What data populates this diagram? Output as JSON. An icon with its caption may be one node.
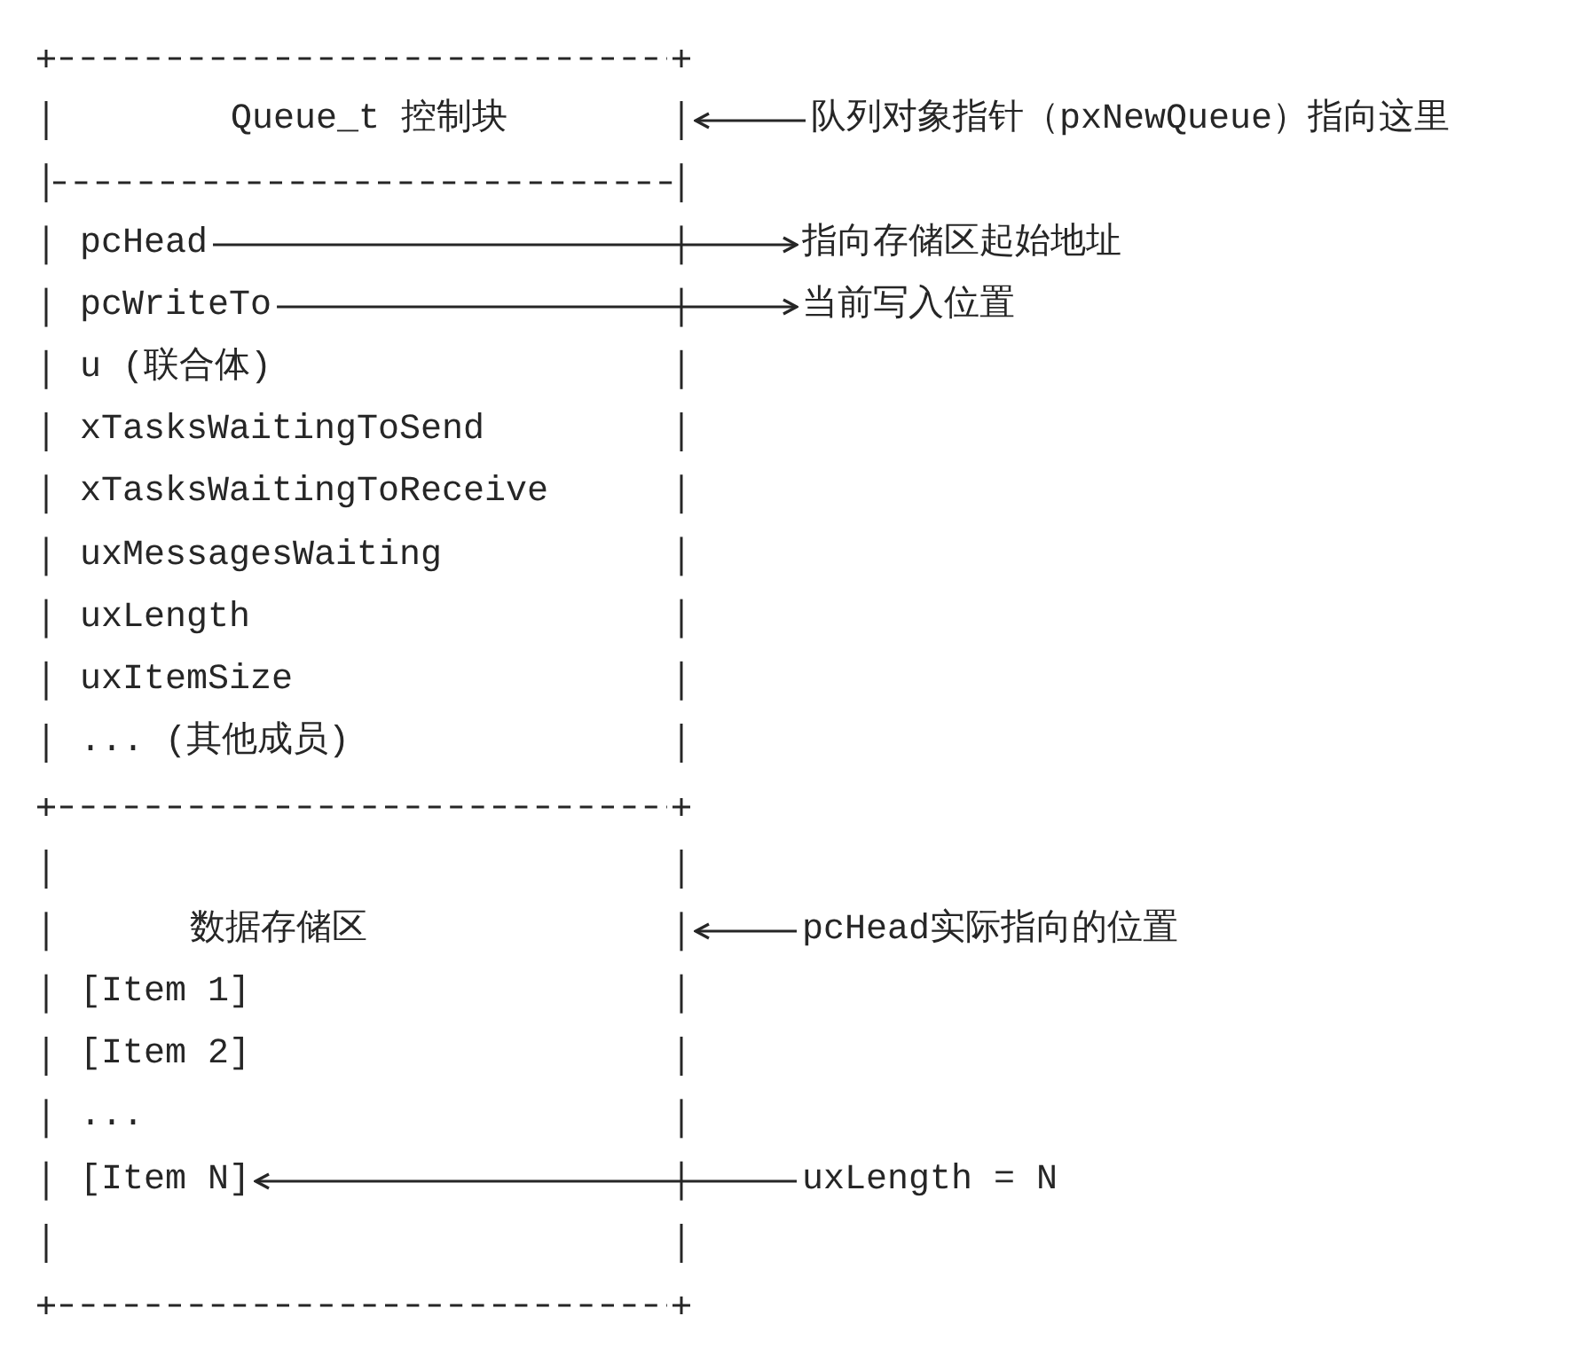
{
  "diagram": {
    "nodes": [
      {
        "text": [
          "Queue_t 控制块"
        ]
      },
      {
        "text": [
          "pcHead"
        ],
        "in": 0
      },
      {
        "text": [
          "pcWriteTo"
        ],
        "in": 0
      },
      {
        "text": [
          "u (联合体)"
        ],
        "in": 0
      },
      {
        "text": [
          "xTasksWaitingToSend"
        ],
        "in": 0
      },
      {
        "text": [
          "xTasksWaitingToReceive"
        ],
        "in": 0
      },
      {
        "text": [
          "uxMessagesWaiting"
        ],
        "in": 0
      },
      {
        "text": [
          "uxLength"
        ],
        "in": 0
      },
      {
        "text": [
          "uxItemSize"
        ],
        "in": 0
      },
      {
        "text": [
          "... (其他成员)"
        ],
        "in": 0
      },
      {
        "text": [
          "数据存储区"
        ]
      },
      {
        "text": [
          "[Item 1]"
        ],
        "in": 10
      },
      {
        "text": [
          "[Item 2]"
        ],
        "in": 10
      },
      {
        "text": [
          "..."
        ],
        "in": 10
      },
      {
        "text": [
          "[Item N]"
        ],
        "in": 10
      },
      {
        "text": [
          "队列对象指针（pxNewQueue）指向这里"
        ]
      },
      {
        "text": [
          "指向存储区起始地址"
        ]
      },
      {
        "text": [
          "当前写入位置"
        ]
      },
      {
        "text": [
          "pcHead实际指向的位置"
        ]
      },
      {
        "text": [
          "uxLength = N"
        ]
      }
    ],
    "edges": [
      {
        "from": 15,
        "to": 0,
        "arrow": "to"
      },
      {
        "from": 1,
        "to": 16,
        "arrow": "to"
      },
      {
        "from": 2,
        "to": 17,
        "arrow": "to"
      },
      {
        "from": 18,
        "to": 10,
        "arrow": "to"
      },
      {
        "from": 19,
        "to": 14,
        "arrow": "to"
      }
    ]
  }
}
